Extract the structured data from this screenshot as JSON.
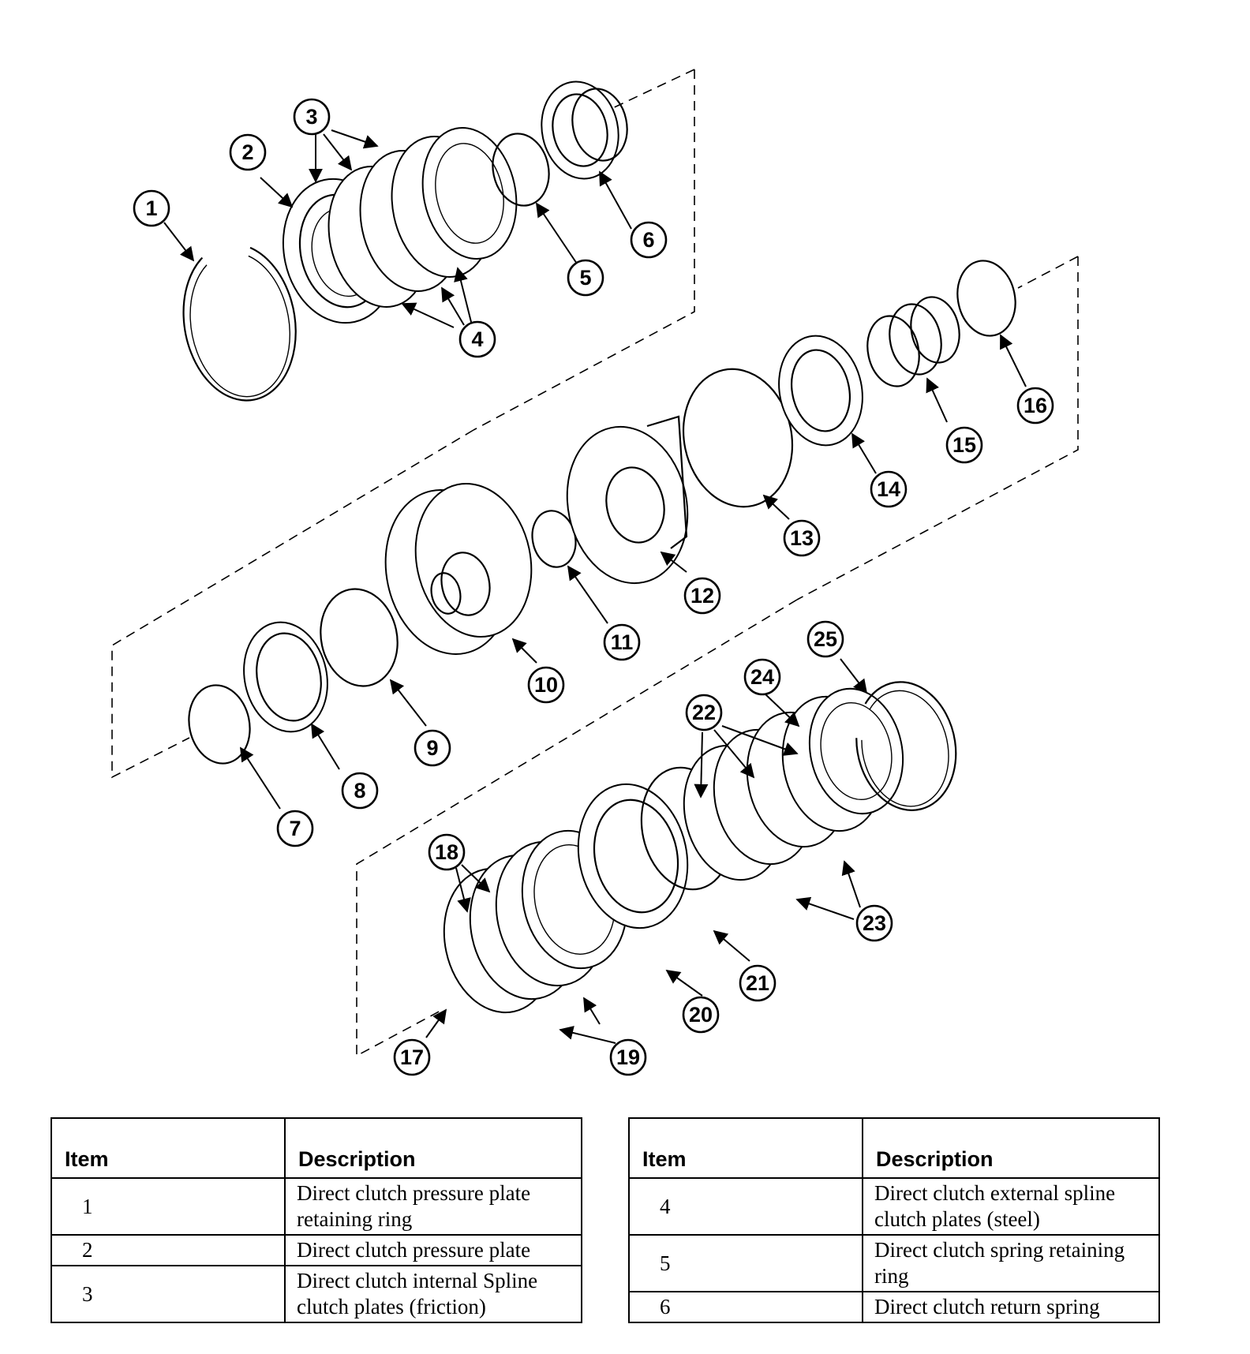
{
  "diagram": {
    "callouts": [
      "1",
      "2",
      "3",
      "4",
      "5",
      "6",
      "7",
      "8",
      "9",
      "10",
      "11",
      "12",
      "13",
      "14",
      "15",
      "16",
      "17",
      "18",
      "19",
      "20",
      "21",
      "22",
      "23",
      "24",
      "25"
    ]
  },
  "legend": {
    "item_header": "Item",
    "description_header": "Description",
    "left_rows": [
      {
        "item": "1",
        "description": "Direct clutch pressure plate retaining ring"
      },
      {
        "item": "2",
        "description": "Direct clutch pressure plate"
      },
      {
        "item": "3",
        "description": "Direct clutch internal Spline clutch plates (friction)"
      }
    ],
    "right_rows": [
      {
        "item": "4",
        "description": "Direct clutch external spline clutch plates (steel)"
      },
      {
        "item": "5",
        "description": "Direct clutch spring retaining ring"
      },
      {
        "item": "6",
        "description": "Direct clutch return spring"
      }
    ]
  }
}
